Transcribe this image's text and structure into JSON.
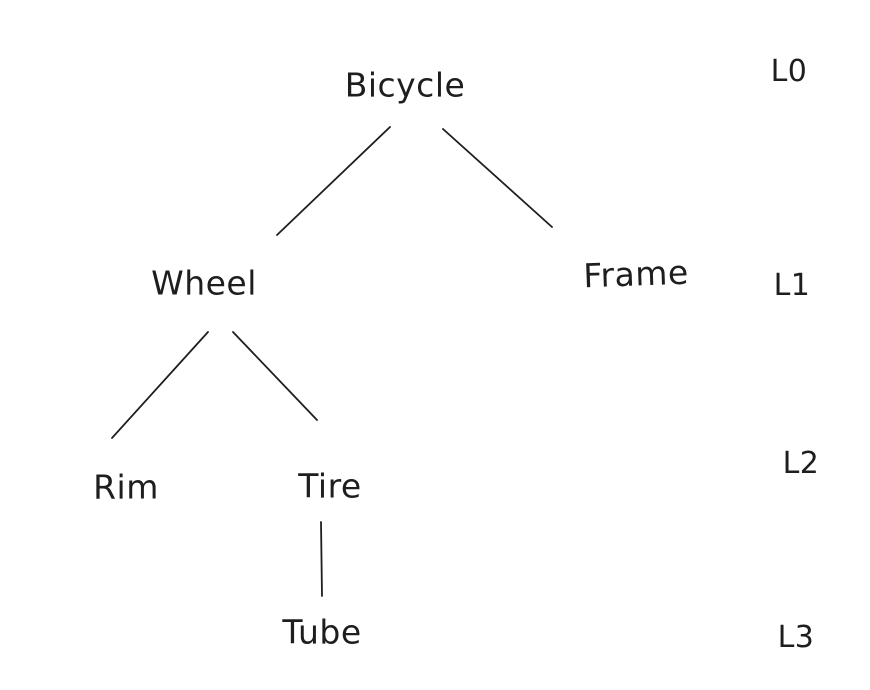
{
  "canvas": {
    "background": "#ffffff",
    "ink_color": "#1e1e1e",
    "style": "hand-drawn"
  },
  "diagram": {
    "type": "tree",
    "title": "",
    "nodes": [
      {
        "id": "bicycle",
        "label": "Bicycle",
        "level": 0
      },
      {
        "id": "wheel",
        "label": "Wheel",
        "level": 1
      },
      {
        "id": "frame",
        "label": "Frame",
        "level": 1
      },
      {
        "id": "rim",
        "label": "Rim",
        "level": 2
      },
      {
        "id": "tire",
        "label": "Tire",
        "level": 2
      },
      {
        "id": "tube",
        "label": "Tube",
        "level": 3
      }
    ],
    "edges": [
      {
        "from": "Bicycle",
        "to": "Wheel"
      },
      {
        "from": "Bicycle",
        "to": "Frame"
      },
      {
        "from": "Wheel",
        "to": "Rim"
      },
      {
        "from": "Wheel",
        "to": "Tire"
      },
      {
        "from": "Tire",
        "to": "Tube"
      }
    ],
    "levels": [
      {
        "label": "L0"
      },
      {
        "label": "L1"
      },
      {
        "label": "L2"
      },
      {
        "label": "L3"
      }
    ]
  }
}
